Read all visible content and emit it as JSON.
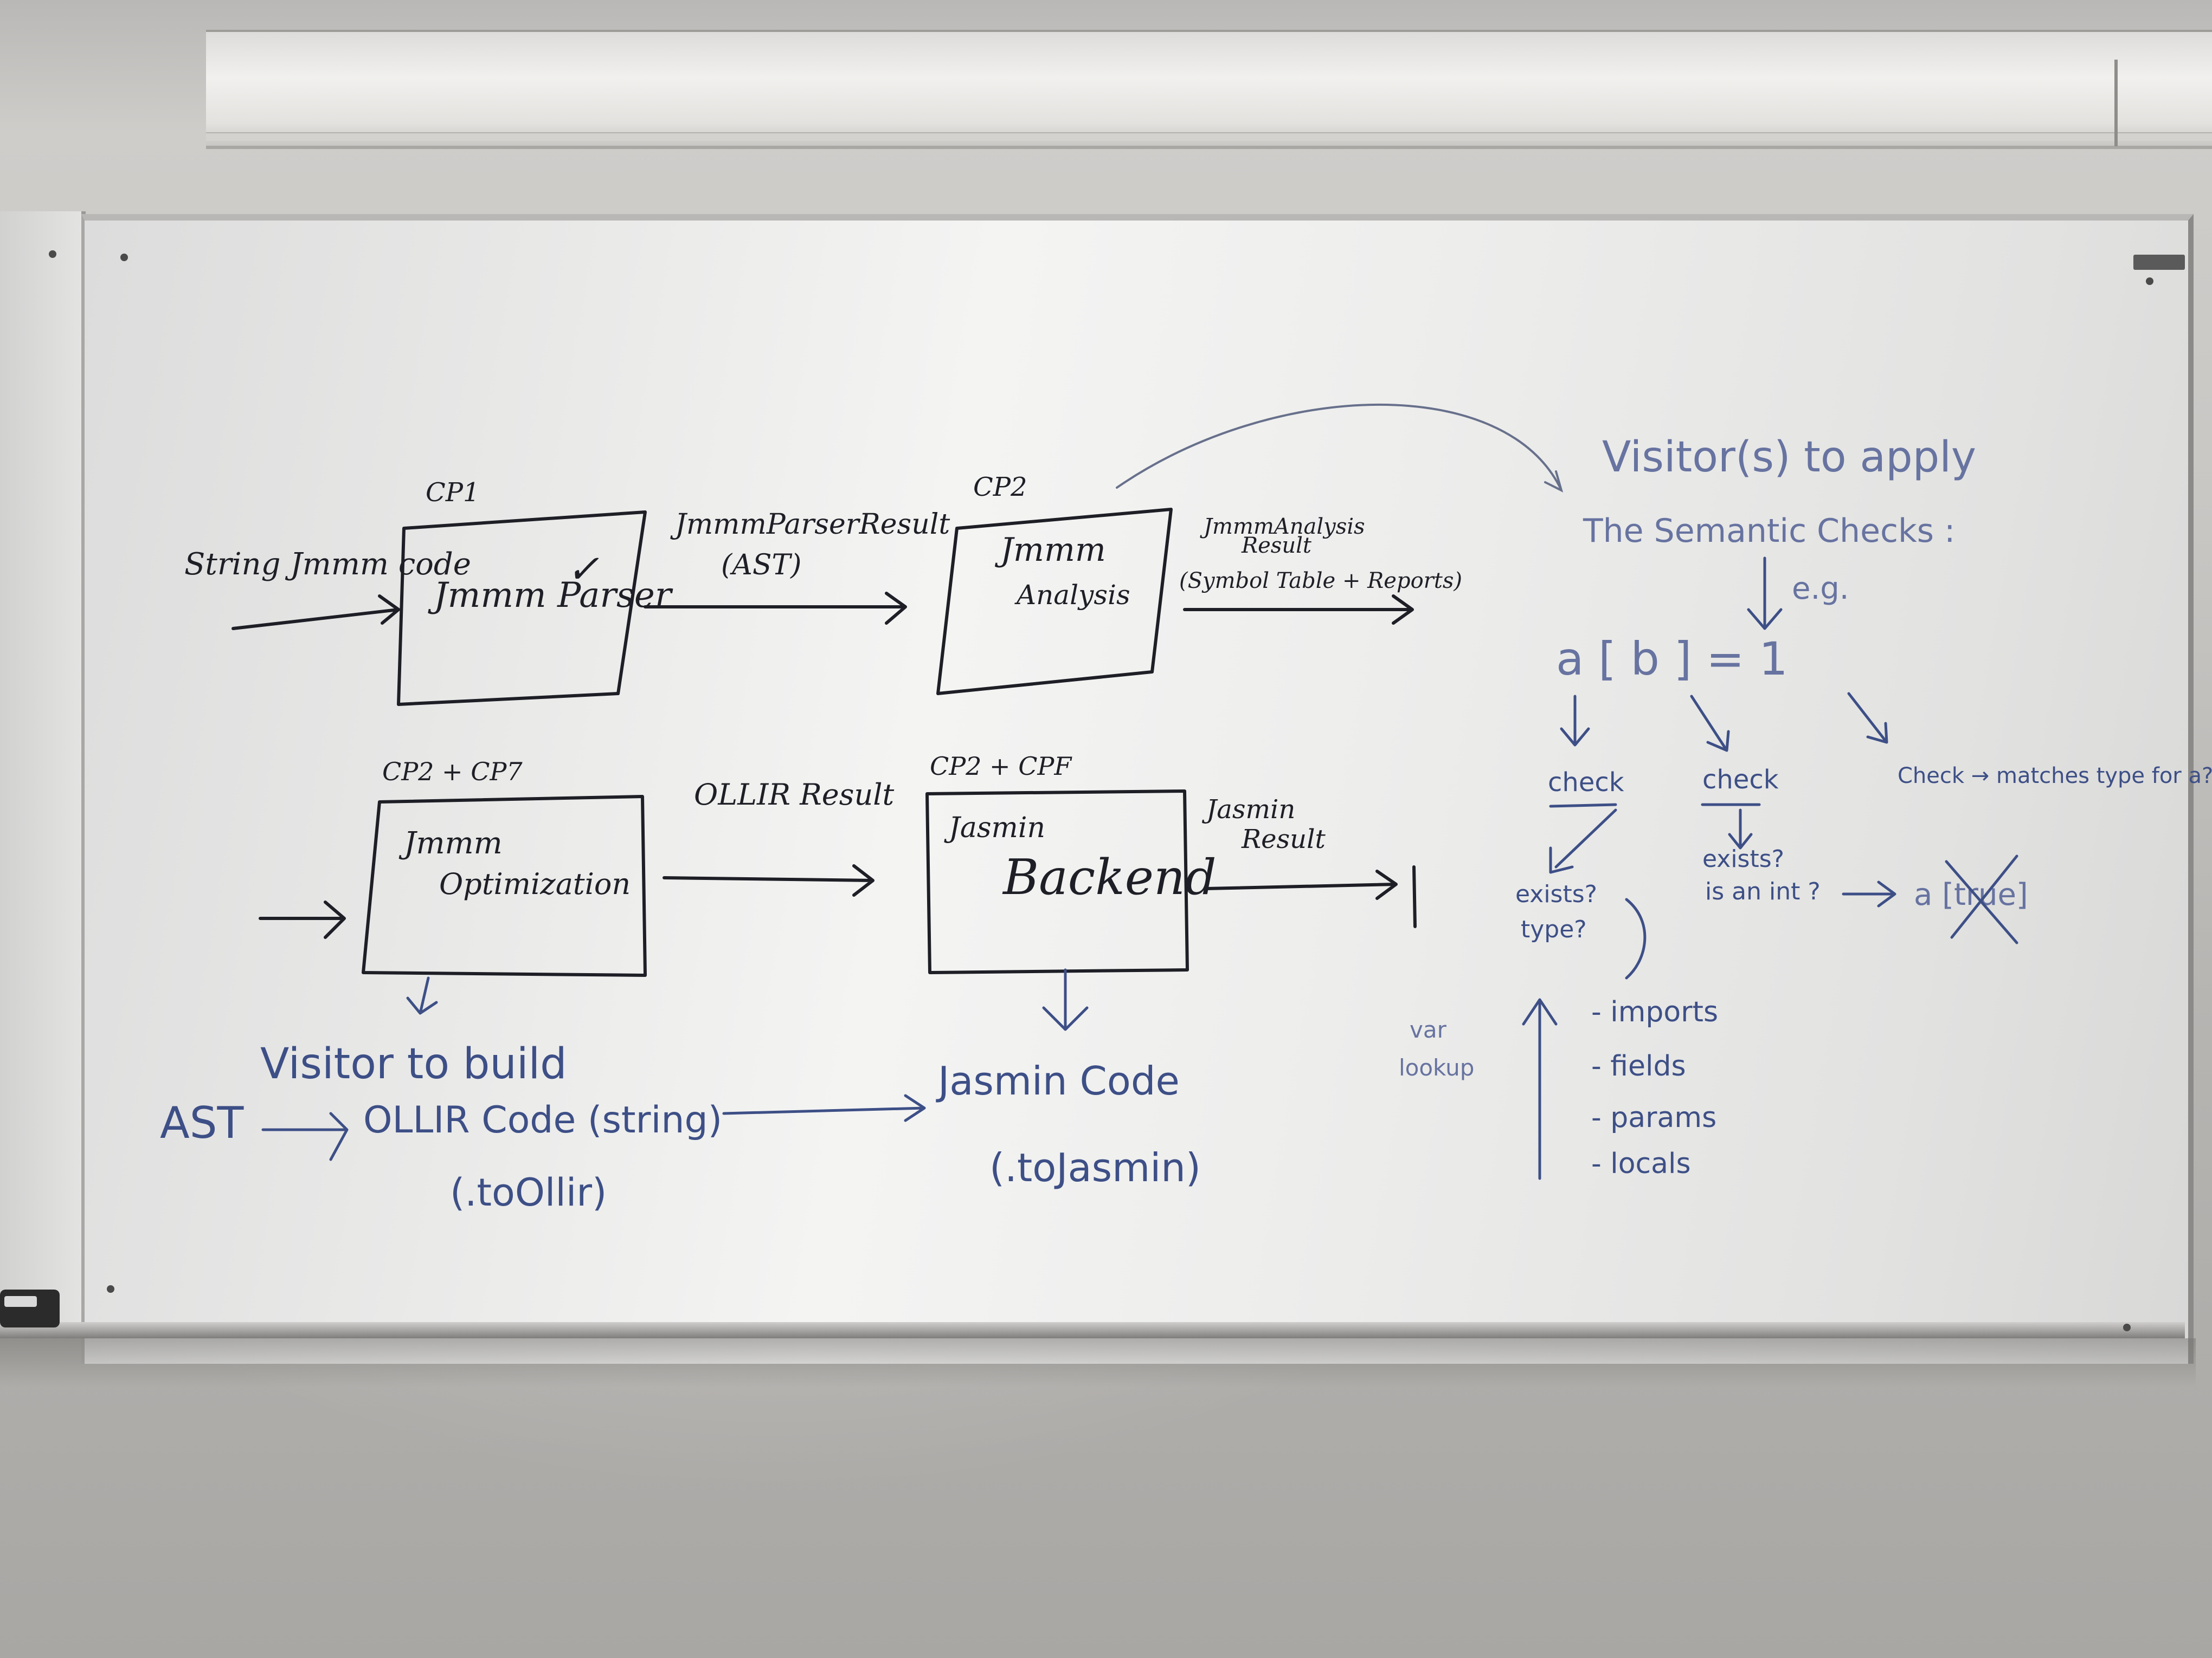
{
  "top_row": {
    "label_input": "String Jmmm code",
    "box1": {
      "tag": "CP1",
      "title": "Jmmm Parser",
      "check": "✓"
    },
    "arrow1_label": "JmmmParserResult",
    "arrow1_sub": "(AST)",
    "box2": {
      "tag": "CP2",
      "title_line1": "Jmmm",
      "title_line2": "Analysis"
    },
    "arrow2_label_line1": "JmmmAnalysis",
    "arrow2_label_line2": "Result",
    "arrow2_sub": "(Symbol Table + Reports)"
  },
  "bottom_row": {
    "box3": {
      "tag": "CP2 + CP7",
      "title_line1": "Jmmm",
      "title_line2": "Optimization"
    },
    "arrow3_label": "OLLIR Result",
    "box4": {
      "tag": "CP2 + CPF",
      "title_line1": "Jasmin",
      "title_line2": "Backend"
    },
    "arrow4_label_line1": "Jasmin",
    "arrow4_label_line2": "Result"
  },
  "notes": {
    "visitor_build": "Visitor to build",
    "ast": "AST",
    "ollir_code": "OLLIR Code (string)",
    "to_ollir": "(.toOllir)",
    "jasmin_code": "Jasmin Code",
    "to_jasmin": "(.toJasmin)"
  },
  "semantic": {
    "title_line1": "Visitor(s) to apply",
    "title_line2": "The Semantic Checks :",
    "eg": "e.g.",
    "expr": "a [ b ] = 1",
    "check1": "check",
    "check2": "check",
    "check3": "Check → matches type for a?",
    "q1_line1": "exists?",
    "q1_line2": "type?",
    "q2_line1": "exists?",
    "q2_line2": "is an int ?",
    "counter_example": "a [true]",
    "var_lookup_line1": "var",
    "var_lookup_line2": "lookup",
    "scopes": [
      "- imports",
      "- fields",
      "- params",
      "- locals"
    ]
  }
}
